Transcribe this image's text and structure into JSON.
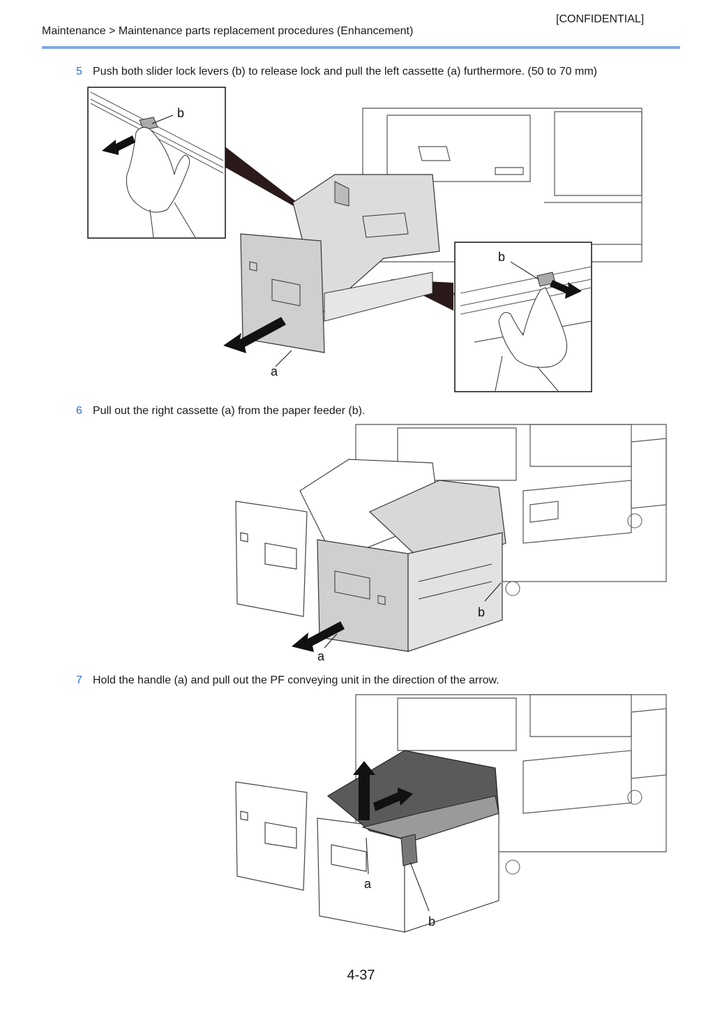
{
  "header": {
    "confidential": "[CONFIDENTIAL]",
    "breadcrumb": "Maintenance > Maintenance parts replacement procedures (Enhancement)"
  },
  "steps": [
    {
      "number": "5",
      "text": "Push both slider lock levers (b) to release lock and pull the left cassette (a) furthermore. (50 to 70 mm)"
    },
    {
      "number": "6",
      "text": "Pull out the right cassette (a) from the paper feeder (b)."
    },
    {
      "number": "7",
      "text": "Hold the handle (a) and pull out the PF conveying unit in the direction of the arrow."
    }
  ],
  "figures": {
    "fig5": {
      "label_b1": "b",
      "label_b2": "b",
      "label_a": "a"
    },
    "fig6": {
      "label_a": "a",
      "label_b": "b"
    },
    "fig7": {
      "label_a": "a",
      "label_b": "b"
    }
  },
  "footer": {
    "page_number": "4-37"
  },
  "colors": {
    "accent_rule": "#7fa7e6",
    "step_number": "#2f6fd6",
    "part_highlight": "#cfcfcf"
  }
}
